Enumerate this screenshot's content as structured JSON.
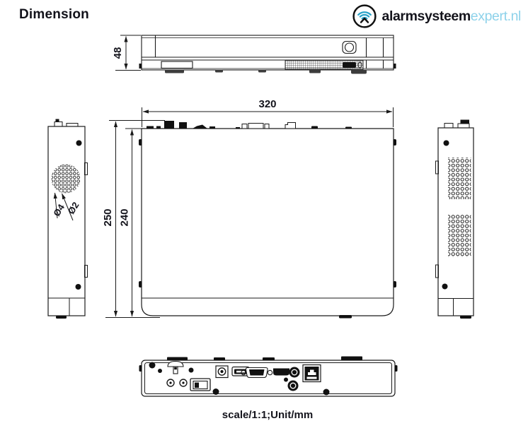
{
  "header": {
    "title": "Dimension"
  },
  "logo": {
    "brand_bold": "alarmsysteem",
    "brand_light": "expert.nl",
    "colors": {
      "ink": "#14141c",
      "arc_blue": "#2ba4c9",
      "light_blue": "#8ed2ea"
    }
  },
  "drawing": {
    "ink_color": "#1a1a1a",
    "scale": "1:1",
    "unit": "mm",
    "footer": "scale/1:1;Unit/mm",
    "dimensions": {
      "height": "48",
      "width": "320",
      "depth_overall": "250",
      "depth_body": "240",
      "vent_hole_outer": "Ø4",
      "vent_hole_inner": "Ø2"
    }
  }
}
